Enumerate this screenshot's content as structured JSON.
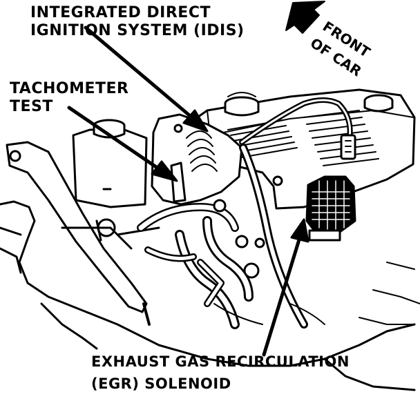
{
  "labels": {
    "idis": [
      "INTEGRATED DIRECT",
      "IGNITION SYSTEM (IDIS)"
    ],
    "tachometer": [
      "TACHOMETER",
      "TEST"
    ],
    "egr": [
      "EXHAUST GAS RECIRCULATION",
      "(EGR) SOLENOID"
    ],
    "front": [
      "FRONT",
      "OF CAR"
    ]
  },
  "colors": {
    "ink": "#000000",
    "paper": "#ffffff"
  },
  "icons": {
    "direction": "front-arrow-icon"
  }
}
